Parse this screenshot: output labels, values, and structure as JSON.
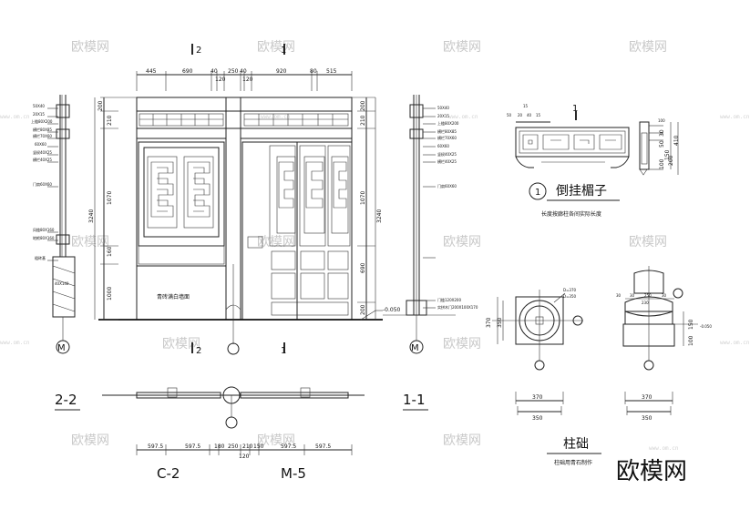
{
  "brand": {
    "logo_text": "欧模网",
    "watermark_text": "欧模网",
    "watermark_url": "www.om.cn"
  },
  "elevation": {
    "top_dims": [
      "445",
      "690",
      "40",
      "120",
      "250",
      "40",
      "120",
      "920",
      "80",
      "515"
    ],
    "cut_mark_top_2": "2",
    "cut_mark_top_1": "1",
    "cut_mark_bottom_2": "2",
    "cut_mark_bottom_1": "1",
    "height_dims_left": [
      "200",
      "210",
      "1070",
      "160",
      "1000"
    ],
    "height_dims_right": [
      "200",
      "210",
      "1070",
      "690",
      "200"
    ],
    "total_height": "3240",
    "wall_label": "青砖满白墙面",
    "level": "-0.050"
  },
  "section_left": {
    "notes": [
      "50X40",
      "20X15",
      "上槛80X200",
      "横栏80X85",
      "横栏70X60",
      "60X60",
      "竖棂40X25",
      "横栏40X25",
      "门扇60X60",
      "风槛80X160",
      "地栿80X160",
      "粗砖基",
      "40X140"
    ],
    "axis": "M"
  },
  "section_right": {
    "notes": [
      "50X40",
      "20X15",
      "上槛80X200",
      "横栏80X85",
      "横栏70X60",
      "60X60",
      "竖棂40X25",
      "横栏40X25",
      "门扇60X60",
      "门槛120X200",
      "实拼木门200X100X170"
    ],
    "axis": "M"
  },
  "labels": {
    "section_2_2": "2-2",
    "section_1_1": "1-1",
    "plan_c2": "C-2",
    "plan_m5": "M-5"
  },
  "plan": {
    "dims": [
      "597.5",
      "597.5",
      "180",
      "250",
      "210",
      "150",
      "597.5",
      "597.5"
    ],
    "center_dim": "120"
  },
  "hanging_lintel": {
    "dims_top": [
      "15",
      "50",
      "20",
      "40",
      "15"
    ],
    "dims_side": [
      "410",
      "200",
      "30",
      "50",
      "100",
      "150"
    ],
    "callout_number": "1",
    "title": "倒挂楣子",
    "note": "长度按廊柱各间实际长度",
    "mark": "1"
  },
  "column_base": {
    "plan_dims": {
      "width_outer": "370",
      "width_inner": "350",
      "d_outer": "D=370",
      "d_inner": "D=350",
      "height_a": "370",
      "height_b": "350"
    },
    "elev_dims": {
      "top": [
        "30",
        "30",
        "250",
        "30"
      ],
      "center": "230",
      "width_outer": "370",
      "width_inner": "350",
      "h1": "150",
      "h2": "100",
      "level": "-0.050"
    },
    "title": "柱础",
    "note": "柱础用青石制作"
  }
}
